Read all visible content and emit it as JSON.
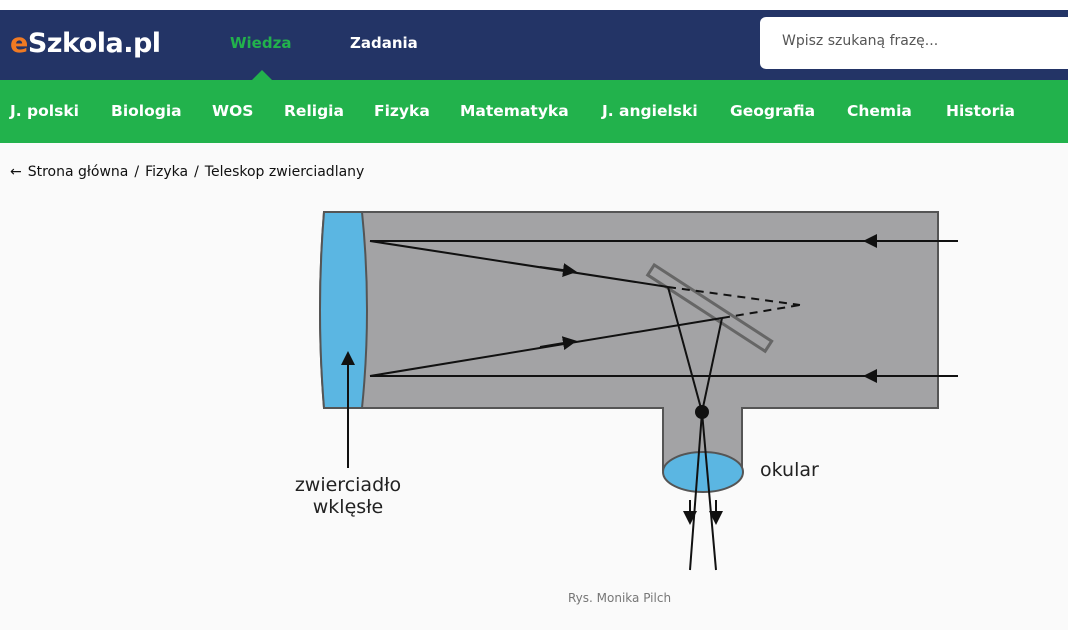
{
  "header": {
    "logo_prefix": "e",
    "logo_rest": "Szkola.pl",
    "nav": [
      "Wiedza",
      "Zadania"
    ],
    "active_nav": "Wiedza",
    "search_placeholder": "Wpisz szukaną frazę..."
  },
  "subjects": [
    "J. polski",
    "Biologia",
    "WOS",
    "Religia",
    "Fizyka",
    "Matematyka",
    "J. angielski",
    "Geografia",
    "Chemia",
    "Historia"
  ],
  "breadcrumb": {
    "back_icon": "arrow-left-icon",
    "items": [
      "Strona główna",
      "/",
      "Fizyka",
      "/",
      "Teleskop zwierciadlany"
    ]
  },
  "figure": {
    "label_mirror_line1": "zwierciadło",
    "label_mirror_line2": "wklęsłe",
    "label_eyepiece": "okular",
    "caption": "Rys. Monika Pilch"
  },
  "colors": {
    "header": "#233466",
    "green": "#22b24c",
    "logo_e": "#f07a23",
    "tube": "#a3a3a5",
    "mirror": "#5bb6e2"
  }
}
